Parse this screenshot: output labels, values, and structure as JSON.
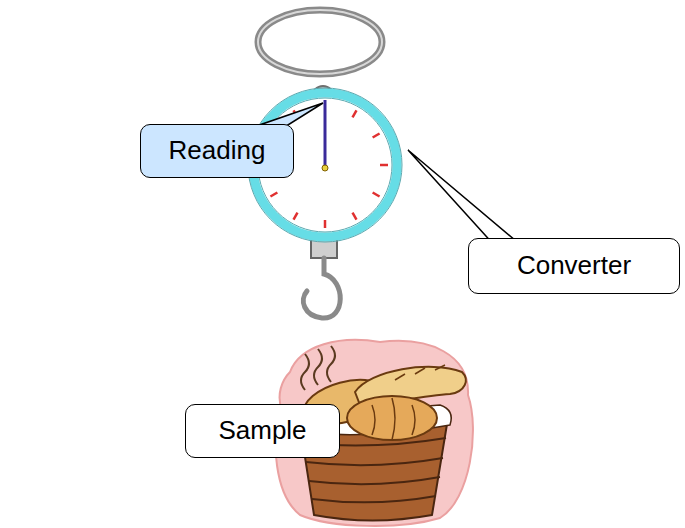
{
  "diagram": {
    "nodes": [
      {
        "text": [
          "Reading"
        ]
      },
      {
        "text": [
          "Converter"
        ]
      },
      {
        "text": [
          "Sample"
        ]
      }
    ]
  }
}
